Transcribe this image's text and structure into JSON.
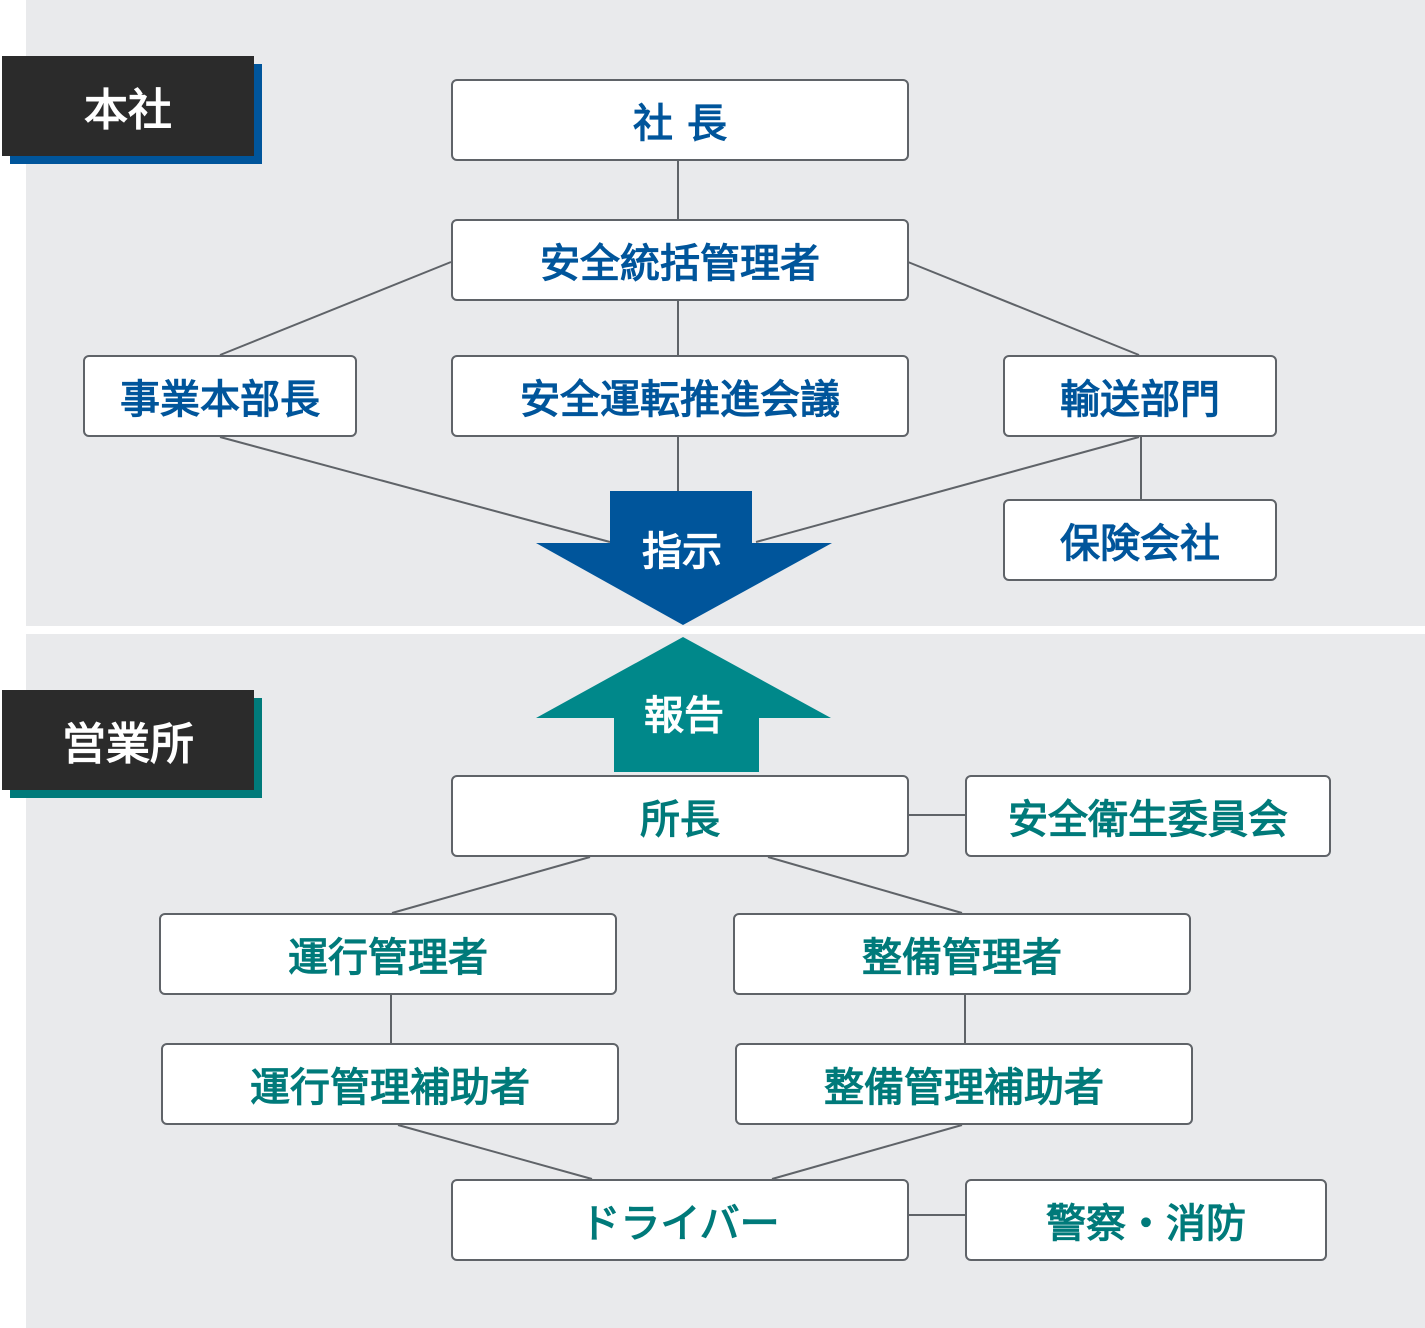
{
  "sections": {
    "hq": "本社",
    "office": "営業所"
  },
  "hq": {
    "president": "社 長",
    "safety_general_manager": "安全統括管理者",
    "division_head": "事業本部長",
    "safe_driving_council": "安全運転推進会議",
    "transport_dept": "輸送部門",
    "insurance_company": "保険会社"
  },
  "arrows": {
    "instruction": "指示",
    "report": "報告"
  },
  "office": {
    "branch_manager": "所長",
    "safety_health_committee": "安全衛生委員会",
    "operations_manager": "運行管理者",
    "maintenance_manager": "整備管理者",
    "operations_assistant": "運行管理補助者",
    "maintenance_assistant": "整備管理補助者",
    "driver": "ドライバー",
    "police_fire": "警察・消防"
  },
  "colors": {
    "hq_accent": "#00559b",
    "office_accent": "#007a7a",
    "tag_background": "#2b2b2b",
    "panel_background": "#e9eaec"
  }
}
